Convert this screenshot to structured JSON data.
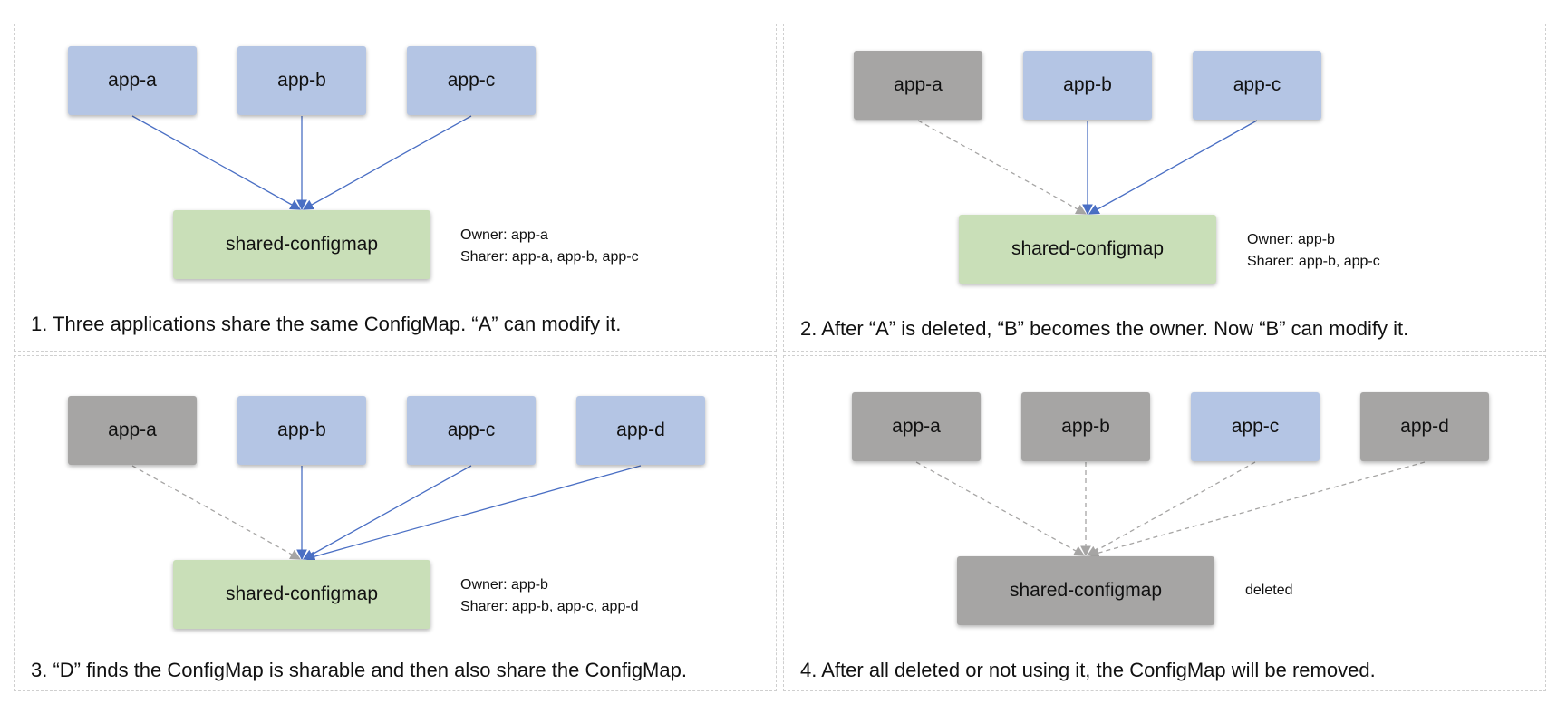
{
  "colors": {
    "active": "#b4c5e4",
    "deleted": "#a6a5a4",
    "configmap": "#c9dfb8",
    "active_line": "#4a6fc4",
    "inactive_line": "#a6a5a4"
  },
  "panels": [
    {
      "apps": [
        {
          "label": "app-a",
          "state": "active"
        },
        {
          "label": "app-b",
          "state": "active"
        },
        {
          "label": "app-c",
          "state": "active"
        }
      ],
      "configmap": {
        "label": "shared-configmap",
        "state": "active"
      },
      "notes": [
        "Owner: app-a",
        "Sharer: app-a, app-b, app-c"
      ],
      "caption": "1. Three applications share the same ConfigMap. “A” can modify it."
    },
    {
      "apps": [
        {
          "label": "app-a",
          "state": "deleted"
        },
        {
          "label": "app-b",
          "state": "active"
        },
        {
          "label": "app-c",
          "state": "active"
        }
      ],
      "configmap": {
        "label": "shared-configmap",
        "state": "active"
      },
      "notes": [
        "Owner: app-b",
        "Sharer: app-b, app-c"
      ],
      "caption": "2. After “A” is deleted, “B” becomes the owner. Now “B” can modify it."
    },
    {
      "apps": [
        {
          "label": "app-a",
          "state": "deleted"
        },
        {
          "label": "app-b",
          "state": "active"
        },
        {
          "label": "app-c",
          "state": "active"
        },
        {
          "label": "app-d",
          "state": "active"
        }
      ],
      "configmap": {
        "label": "shared-configmap",
        "state": "active"
      },
      "notes": [
        "Owner: app-b",
        "Sharer: app-b, app-c, app-d"
      ],
      "caption": "3. “D” finds the ConfigMap is sharable and then also share the ConfigMap."
    },
    {
      "apps": [
        {
          "label": "app-a",
          "state": "deleted"
        },
        {
          "label": "app-b",
          "state": "deleted"
        },
        {
          "label": "app-c",
          "state": "inactive"
        },
        {
          "label": "app-d",
          "state": "deleted"
        }
      ],
      "configmap": {
        "label": "shared-configmap",
        "state": "deleted"
      },
      "notes": [
        "deleted"
      ],
      "caption": "4. After all deleted or not using it, the ConfigMap will be removed."
    }
  ]
}
